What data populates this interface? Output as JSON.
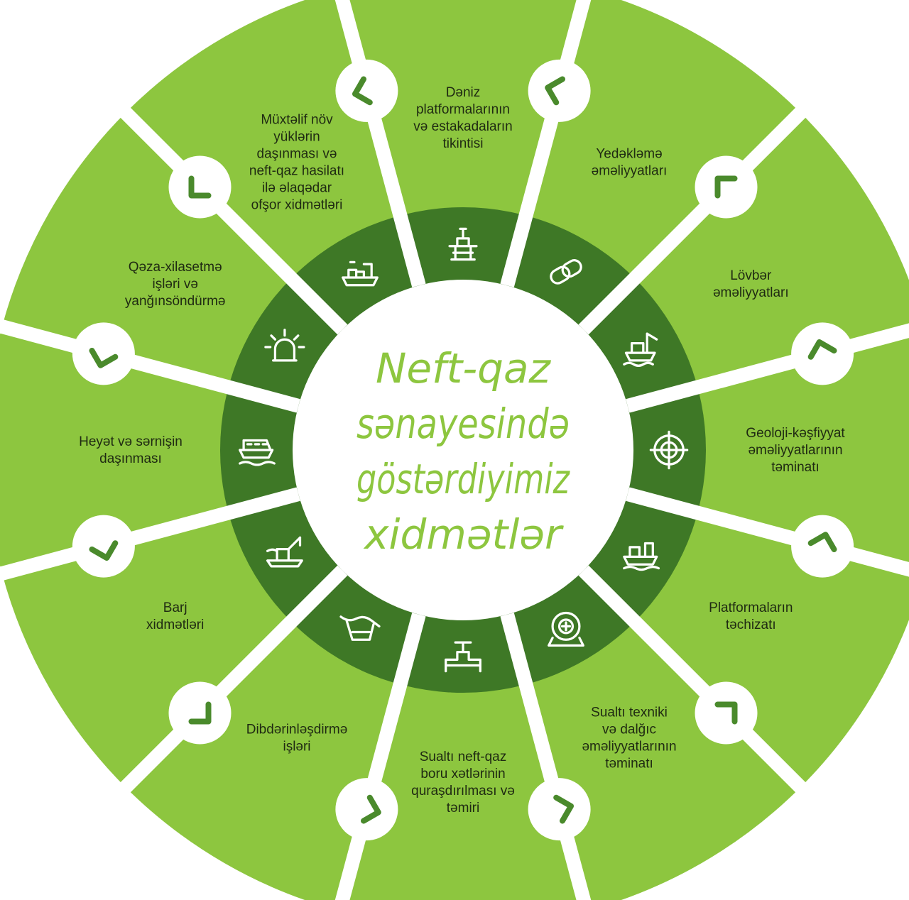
{
  "diagram": {
    "title_lines": [
      "Neft-qaz",
      "sənayesində",
      "göstərdiyimiz",
      "xidmətlər"
    ],
    "colors": {
      "outer_segment": "#8dc63f",
      "inner_ring": "#3e7826",
      "center_text": "#8dc63f",
      "separator": "#ffffff",
      "node_mark": "#4a8a2c"
    },
    "segments": [
      {
        "icon": "oil-platform-icon",
        "label_lines": [
          "Dəniz",
          "platformalarının",
          "və estakadaların",
          "tikintisi"
        ]
      },
      {
        "icon": "chain-link-icon",
        "label_lines": [
          "Yedəkləmə",
          "əməliyyatları"
        ]
      },
      {
        "icon": "anchor-handling-vessel-icon",
        "label_lines": [
          "Lövbər",
          "əməliyyatları"
        ]
      },
      {
        "icon": "survey-target-icon",
        "label_lines": [
          "Geoloji-kəşfiyyat",
          "əməliyyatlarının",
          "təminatı"
        ]
      },
      {
        "icon": "supply-vessel-icon",
        "label_lines": [
          "Platformaların",
          "təchizatı"
        ]
      },
      {
        "icon": "diving-helmet-icon",
        "label_lines": [
          "Sualtı texniki",
          "və dalğıc",
          "əməliyyatlarının",
          "təminatı"
        ]
      },
      {
        "icon": "pipeline-valve-icon",
        "label_lines": [
          "Sualtı neft-qaz",
          "boru xətlərinin",
          "quraşdırılması və",
          "təmiri"
        ]
      },
      {
        "icon": "seabed-dredging-icon",
        "label_lines": [
          "Dibdərinləşdirmə",
          "işləri"
        ]
      },
      {
        "icon": "barge-crane-icon",
        "label_lines": [
          "Barj",
          "xidmətləri"
        ]
      },
      {
        "icon": "passenger-boat-icon",
        "label_lines": [
          "Heyət və sərnişin",
          "daşınması"
        ]
      },
      {
        "icon": "emergency-beacon-icon",
        "label_lines": [
          "Qəza-xilasetmə",
          "işləri və",
          "yanğınsöndürmə"
        ]
      },
      {
        "icon": "cargo-ship-icon",
        "label_lines": [
          "Müxtəlif növ",
          "yüklərin",
          "daşınması və",
          "neft-qaz hasilatı",
          "ilə əlaqədar",
          "ofşor xidmətləri"
        ]
      }
    ]
  }
}
